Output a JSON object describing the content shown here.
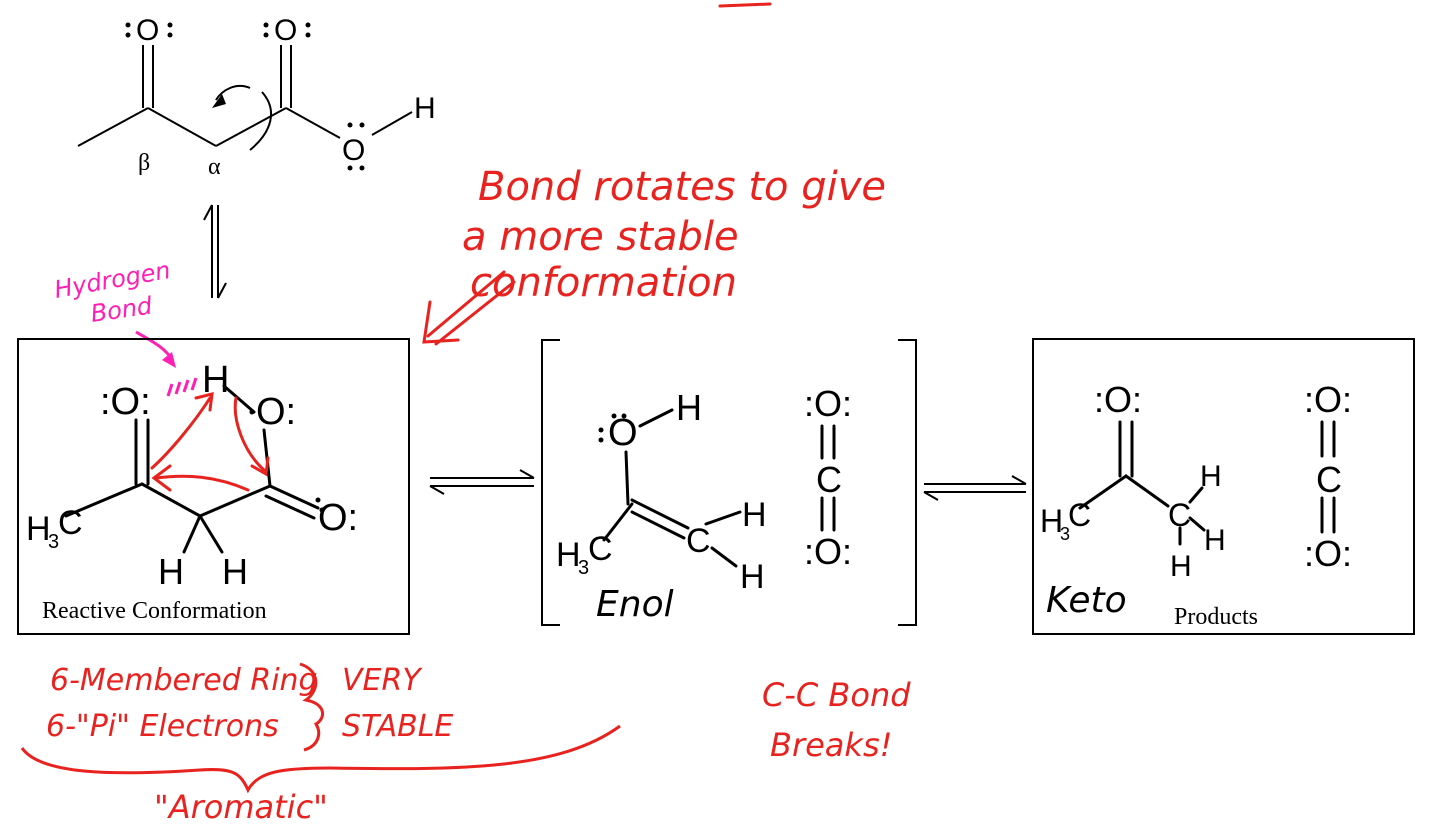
{
  "top_molecule": {
    "oxygen_ketone": "O",
    "oxygen_carbonyl": "O",
    "oxygen_hydroxyl": "O",
    "hydrogen": "H",
    "beta_label": "β",
    "alpha_label": "α"
  },
  "annotations": {
    "bond_rotates_line1": "Bond rotates to give",
    "bond_rotates_line2": "a more stable",
    "bond_rotates_line3": "conformation",
    "hydrogen_bond_line1": "Hydrogen",
    "hydrogen_bond_line2": "Bond",
    "ring_line1": "6-Membered Ring",
    "ring_line2": "6-\"Pi\" Electrons",
    "very_stable_line1": "VERY",
    "very_stable_line2": "STABLE",
    "aromatic": "\"Aromatic\"",
    "cc_break_line1": "C-C Bond",
    "cc_break_line2": "Breaks!"
  },
  "reactive_box": {
    "caption": "Reactive Conformation",
    "o_left": ":O:",
    "h_top": "H",
    "o_right": "O:",
    "o_bottom": "O:",
    "h3c": "H",
    "h3c_sub": "3",
    "h3c_c": "C",
    "h_left": "H",
    "h_right": "H"
  },
  "enol_box": {
    "label": "Enol",
    "o_h": "O",
    "h_oh": "H",
    "h3c": "H",
    "h3c_sub": "3",
    "h3c_c": "C",
    "c_right": "C",
    "h_upper": "H",
    "h_lower": "H",
    "co2_o_top": ":O:",
    "co2_c": "C",
    "co2_o_bottom": ":O:"
  },
  "keto_box": {
    "label": "Keto",
    "caption": "Products",
    "o_top": ":O:",
    "h3c": "H",
    "h3c_sub": "3",
    "h3c_c": "C",
    "c_right": "C",
    "h_up": "H",
    "h_right": "H",
    "h_down": "H",
    "co2_o_top": ":O:",
    "co2_c": "C",
    "co2_o_bottom": ":O:"
  },
  "colors": {
    "ink": "#000000",
    "annotation_red": "#e8231f",
    "annotation_magenta": "#ff1fb4"
  }
}
